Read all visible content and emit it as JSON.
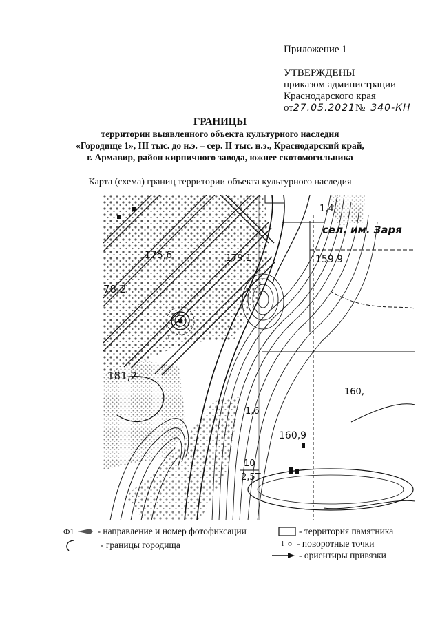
{
  "header": {
    "appendix": "Приложение 1",
    "approved": "УТВЕРЖДЕНЫ",
    "by_order": "приказом администрации",
    "region": "Краснодарского края",
    "date_prefix": "от",
    "date_handwritten": "27.05.2021",
    "number_prefix": "№",
    "number_handwritten": "340-КН"
  },
  "title": {
    "heading": "ГРАНИЦЫ",
    "line1": "территории выявленного объекта культурного наследия",
    "line2": "«Городище 1», III тыс. до н.э. – сер. II тыс. н.э., Краснодарский край,",
    "line3": "г. Армавир, район кирпичного завода, южнее скотомогильника"
  },
  "subtitle": "Карта (схема) границ территории объекта культурного наследия",
  "map_labels": {
    "settlement": "сел. им. Заря",
    "h1": "175,6",
    "h2": "179,1",
    "h3": "78,2",
    "h4": "181,2",
    "h5": "159,9",
    "h6": "160,9",
    "h7": "160,",
    "h8": "1,6",
    "h9": "1,4",
    "h10": "10",
    "h11": "2,5Т",
    "point": "1"
  },
  "legend": {
    "photo_symbol": "Ф1",
    "photo_label": "- направление и номер фотофиксации",
    "territory_label": "- территория памятника",
    "border_label": "- границы городища",
    "point_symbol": "1",
    "point_label": "- поворотные точки",
    "reference_label": "- ориентиры привязки"
  },
  "colors": {
    "ink": "#111111",
    "map_ink": "#1a1a1a"
  }
}
